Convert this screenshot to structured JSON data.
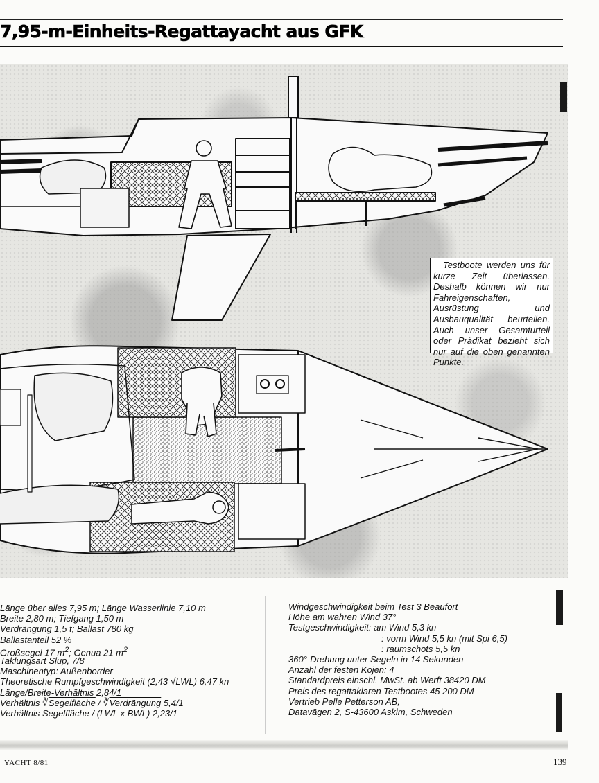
{
  "headline": "7,95-m-Einheits-Regattayacht aus GFK",
  "notice": "Testboote werden uns für kurze Zeit überlassen. Deshalb können wir nur Fahreigenschaften, Ausrüstung und Ausbauqualität beurteilen. Auch unser Gesamturteil oder Prädikat bezieht sich nur auf die oben genannten Punkte.",
  "specs_left": [
    "Länge über alles 7,95 m; Länge Wasserlinie 7,10 m",
    "Breite 2,80 m; Tiefgang 1,50 m",
    "Verdrängung 1,5 t; Ballast 780 kg",
    "Ballastanteil 52 %",
    "Taklungsart Slup, 7/8",
    "Maschinentyp: Außenborder",
    "Länge/Breite-Verhältnis 2,84/1",
    "Verhältnis Segelfläche / (LWL x BWL) 2,23/1"
  ],
  "sail_line": {
    "prefix": "Großsegel 17 m",
    "sup1": "2",
    "mid": "; Genua 21 m",
    "sup2": "2"
  },
  "speed_line": {
    "prefix": "Theoretische Rumpfgeschwindigkeit (2,43 ",
    "root": "√",
    "radicand": "LWL",
    "suffix": ") 6,47 kn"
  },
  "ratio_line": {
    "label": "Verhältnis ",
    "root": "∛",
    "term1": "Segelfläche",
    "slash": " / ",
    "term2": "Verdrängung",
    "value": " 5,4/1"
  },
  "specs_right": [
    "Windgeschwindigkeit beim Test 3 Beaufort",
    "Höhe am wahren Wind 37°",
    "Testgeschwindigkeit: am Wind 5,3 kn",
    ": vorm Wind 5,5 kn (mit Spi 6,5)",
    ": raumschots 5,5 kn",
    "360°-Drehung unter Segeln in 14 Sekunden",
    "Anzahl der festen Kojen: 4",
    "Standardpreis einschl. MwSt. ab Werft 38420 DM",
    "Preis des regattaklaren Testbootes 45 200 DM",
    "Vertrieb Pelle Petterson AB,",
    "Datavägen 2, S-43600 Askim, Schweden"
  ],
  "footer": {
    "magazine": "YACHT 8/81",
    "page": "139"
  }
}
